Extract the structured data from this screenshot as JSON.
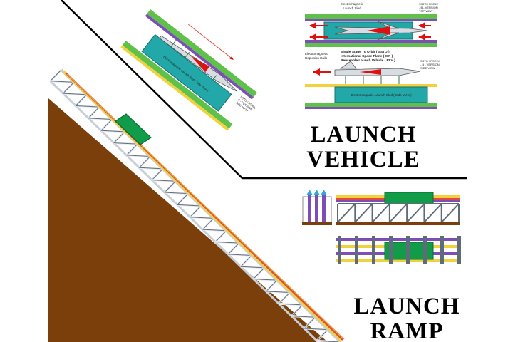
{
  "headings": {
    "vehicle_line1": "LAUNCH",
    "vehicle_line2": "VEHICLE",
    "ramp_line1": "LAUNCH",
    "ramp_line2": "RAMP"
  },
  "vehicle_panel": {
    "top_view_title_line1": "Electromagnetic",
    "top_view_title_line2": "Launch Sled",
    "top_view_tag_line1": "SSTO / RSRLV",
    "top_view_tag_line2": "- B - VERSION",
    "top_view_tag_line3": "TOP VIEW",
    "repulsion_label_line1": "Electromagnetic",
    "repulsion_label_line2": "Repulsion Rails",
    "caption_line1": "Single Stage To Orbit ( SSTO )",
    "caption_line2": "International Space Plane ( ISP )",
    "caption_line3": "Reuseable Launch Vehicle ( RLV )",
    "side_tag_line1": "SSTO / RSRLV",
    "side_tag_line2": "- B - VERSION",
    "side_tag_line3": "SIDE VIEW",
    "sled_side_label": "Electromagnetic Launch Sled ( Side View )",
    "tilted_sled_label": "Electromagnetic Launch Sled ( Side View )",
    "tilted_tag_line1": "SSTO / RSRLV",
    "tilted_tag_line2": "B - VERSION",
    "tilted_tag_line3": "SIDE VIEW"
  },
  "colors": {
    "ground": "#7a3f0a",
    "sled": "#119c4a",
    "sled_edge": "#0b6a31",
    "truss": "#5f6b7a",
    "truss_light": "#c7ced6",
    "rail_red": "#e04b3a",
    "rail_yellow": "#f2d23c",
    "rail_purple": "#7c4fb8",
    "rail_green": "#5fc04a",
    "teal": "#22a8a8",
    "divider": "#000000",
    "arrow": "#e01010"
  }
}
